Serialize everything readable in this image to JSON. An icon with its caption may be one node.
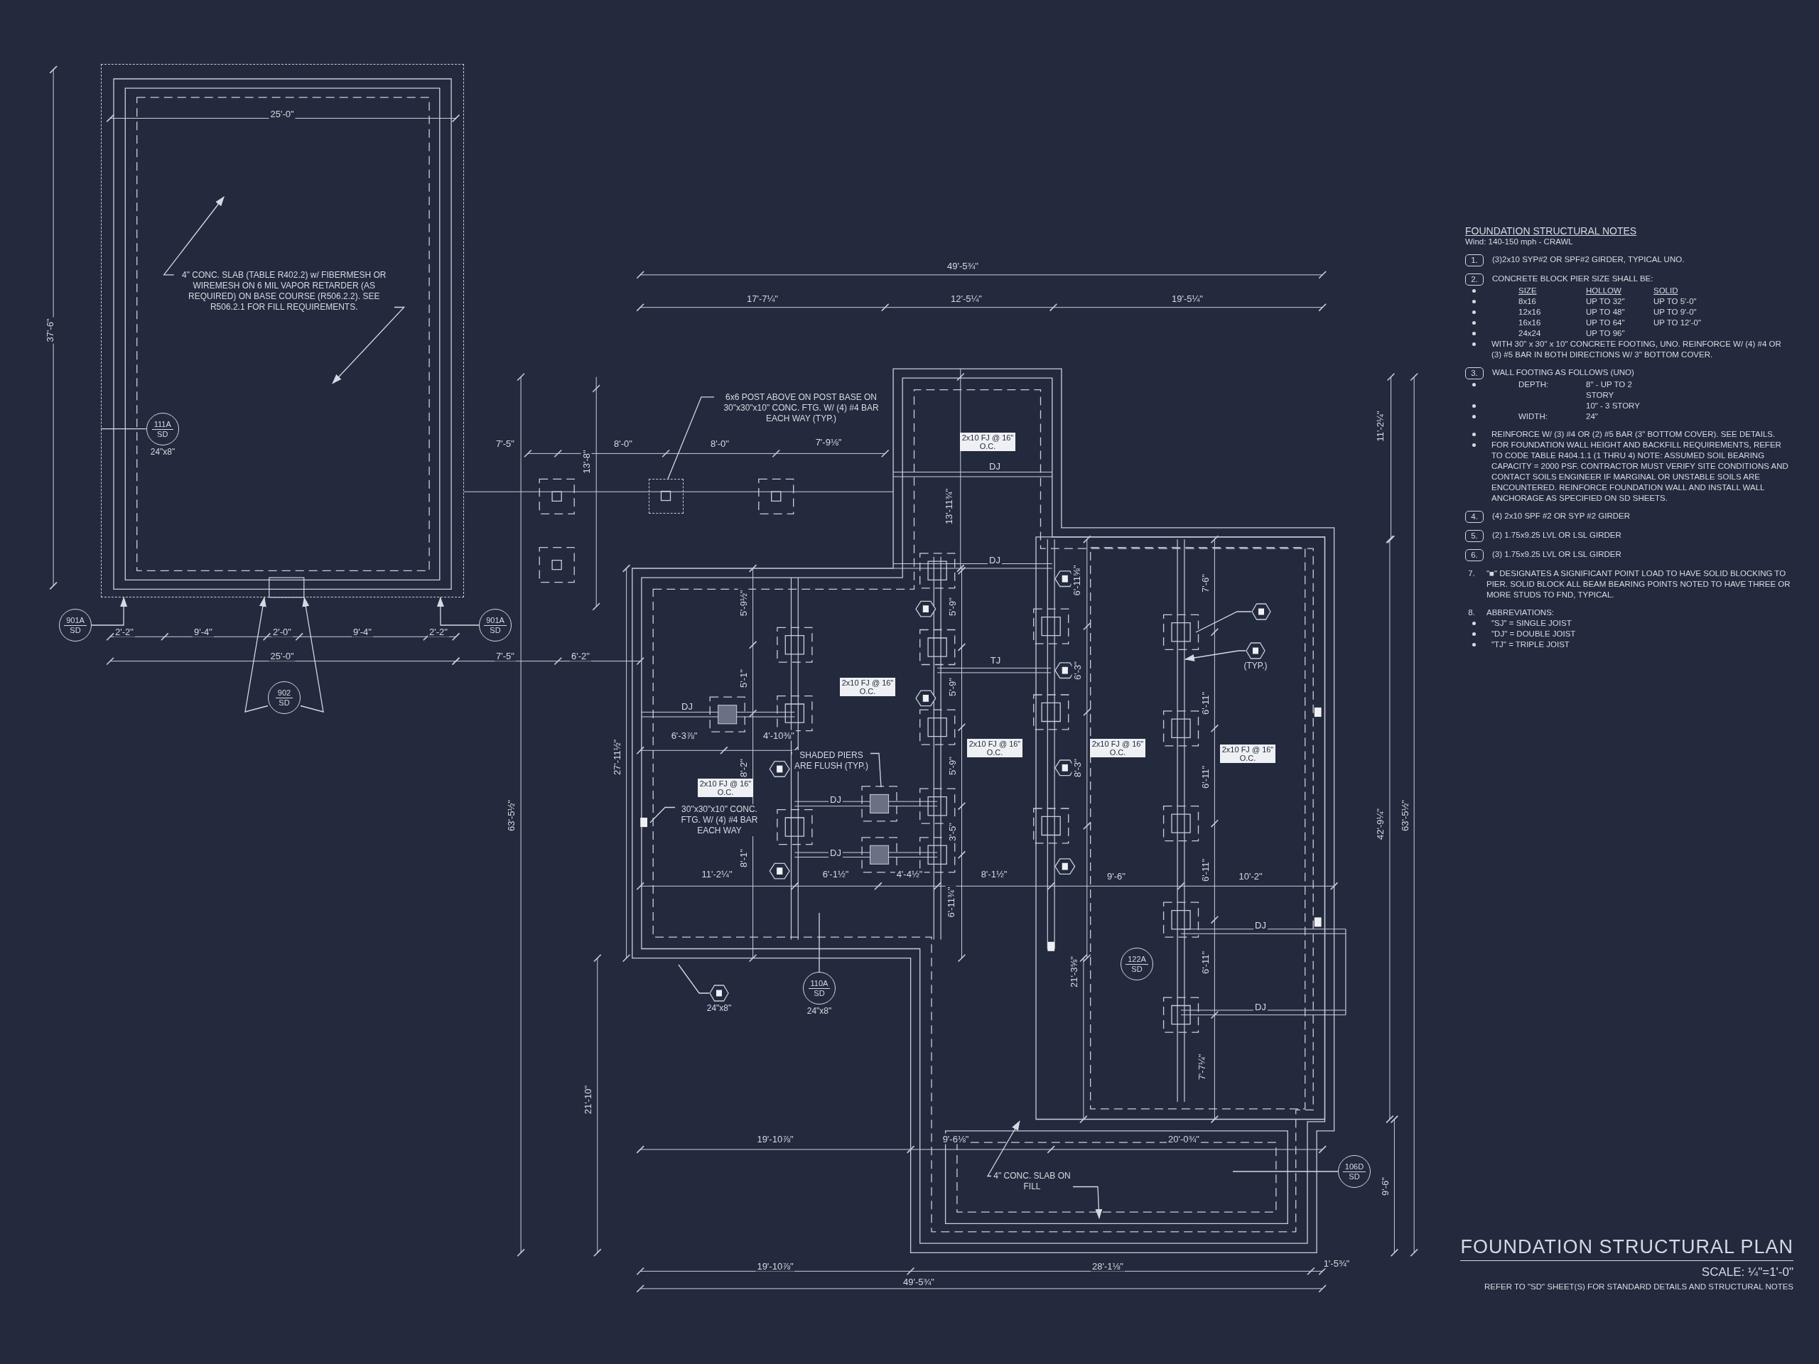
{
  "diagram": {
    "title": "FOUNDATION STRUCTURAL PLAN",
    "nodes": [
      {
        "text": [],
        "shape": "box"
      },
      {
        "text": [
          "4\" CONC. SLAB (TABLE R402.2) w/ FIBERMESH OR WIREMESH ON 6 MIL VAPOR RETARDER (AS REQUIRED) ON BASE COURSE (R506.2.2). SEE R506.2.1 FOR FILL REQUIREMENTS."
        ],
        "in": 0
      },
      {
        "text": [
          "111A",
          "SD"
        ],
        "beside": [
          "24\"x8\""
        ],
        "in": 0
      },
      {
        "text": [
          "901A",
          "SD"
        ]
      },
      {
        "text": [
          "901A",
          "SD"
        ]
      },
      {
        "text": [
          "902",
          "SD"
        ]
      },
      {
        "text": [
          "6x6 POST ABOVE ON POST BASE ON 30\"x30\"x10\" CONC. FTG. W/ (4) #4 BAR EACH WAY (TYP.)"
        ]
      },
      {
        "text": [
          "SHADED PIERS ARE FLUSH (TYP.)"
        ]
      },
      {
        "text": [
          "30\"x30\"x10\" CONC. FTG. W/ (4) #4 BAR EACH WAY"
        ]
      },
      {
        "text": [
          "110A",
          "SD"
        ],
        "beside": [
          "24\"x8\""
        ]
      },
      {
        "text": [],
        "shape": "hexagon",
        "beside": [
          "24\"x8\""
        ]
      },
      {
        "text": [
          "122A",
          "SD"
        ]
      },
      {
        "text": [
          "106D",
          "SD"
        ]
      },
      {
        "text": [
          "4\" CONC. SLAB ON FILL"
        ]
      },
      {
        "text": [],
        "shape": "hexagon"
      },
      {
        "text": [],
        "shape": "hexagon",
        "beside": [
          "(TYP.)"
        ]
      },
      {
        "text": [],
        "shape": "box"
      }
    ],
    "edges": [
      {
        "from": 1,
        "to": 0,
        "arrow": "to"
      },
      {
        "from": 1,
        "to": 0,
        "arrow": "to"
      },
      {
        "from": 2,
        "to": 0,
        "arrow": "none"
      },
      {
        "from": 3,
        "to": 0,
        "arrow": "to"
      },
      {
        "from": 4,
        "to": 0,
        "arrow": "to"
      },
      {
        "from": 5,
        "to": 0,
        "arrow": "to"
      },
      {
        "from": 5,
        "to": 0,
        "arrow": "to"
      },
      {
        "from": 6,
        "to": 16,
        "arrow": "none"
      },
      {
        "from": 7,
        "to": null,
        "arrow": "none"
      },
      {
        "from": 8,
        "to": null,
        "arrow": "none"
      },
      {
        "from": 9,
        "to": null,
        "arrow": "none"
      },
      {
        "from": 10,
        "to": null,
        "arrow": "none"
      },
      {
        "from": 12,
        "to": null,
        "arrow": "none"
      },
      {
        "from": 13,
        "to": null,
        "arrow": "to"
      },
      {
        "from": 13,
        "to": null,
        "arrow": "to"
      },
      {
        "from": 14,
        "to": null,
        "arrow": "none"
      },
      {
        "from": 15,
        "to": null,
        "arrow": "to"
      }
    ],
    "labels": [
      "37'-6\"",
      "25'-0\"",
      "2'-2\"",
      "9'-4\"",
      "2'-0\"",
      "9'-4\"",
      "2'-2\"",
      "25'-0\"",
      "49'-5¾\"",
      "17'-7¼\"",
      "12'-5¼\"",
      "19'-5¼\"",
      "7'-5\"",
      "8'-0\"",
      "8'-0\"",
      "7'-9⅛\"",
      "2x10 FJ @ 16\" O.C.",
      "11'-2¼\"",
      "13'-8\"",
      "DJ",
      "13'-11¾\"",
      "DJ",
      "5'-9½\"",
      "5'-9\"",
      "6'-11⅝\"",
      "7'-6\"",
      "7'-5\"",
      "6'-2\"",
      "TJ",
      "5'-1\"",
      "2x10 FJ @ 16\" O.C.",
      "5'-9\"",
      "6'-3\"",
      "6'-11\"",
      "DJ",
      "6'-3⅞\"",
      "4'-10⅜\"",
      "2x10 FJ @ 16\" O.C.",
      "2x10 FJ @ 16\" O.C.",
      "2x10 FJ @ 16\" O.C.",
      "27'-11½\"",
      "8'-2\"",
      "5'-9\"",
      "8'-3\"",
      "6'-11\"",
      "2x10 FJ @ 16\" O.C.",
      "DJ",
      "63'-5½\"",
      "3'-5\"",
      "42'-9¼\"",
      "63'-5½\"",
      "DJ",
      "11'-2¼\"",
      "8'-1\"",
      "6'-1½\"",
      "4'-4½\"",
      "8'-1½\"",
      "9'-6\"",
      "6'-11\"",
      "10'-2\"",
      "6'-11¾\"",
      "DJ",
      "21'-3⅝\"",
      "6'-11\"",
      "DJ",
      "7'-7¼\"",
      "21'-10\"",
      "19'-10⅞\"",
      "9'-6⅛\"",
      "20'-0¾\"",
      "9'-6\"",
      "19'-10⅞\"",
      "28'-1⅛\"",
      "1'-5¾\"",
      "49'-5¾\"",
      "FOUNDATION STRUCTURAL NOTES",
      "Wind: 140-150 mph - CRAWL",
      "1.",
      "(3)2x10 SYP#2 OR SPF#2 GIRDER, TYPICAL UNO.",
      "2.",
      "CONCRETE BLOCK PIER SIZE SHALL BE:",
      "SIZE",
      "HOLLOW",
      "SOLID",
      "8x16",
      "UP TO 32\"",
      "UP TO 5'-0\"",
      "12x16",
      "UP TO 48\"",
      "UP TO 9'-0\"",
      "16x16",
      "UP TO 64\"",
      "UP TO 12'-0\"",
      "24x24",
      "UP TO 96\"",
      "WITH 30\" x 30\" x 10\" CONCRETE FOOTING, UNO. REINFORCE W/ (4) #4 OR (3) #5 BAR IN BOTH DIRECTIONS W/ 3\" BOTTOM COVER.",
      "3.",
      "WALL FOOTING AS FOLLOWS (UNO)",
      "DEPTH:",
      "8\" - UP TO 2 STORY",
      "10\" - 3 STORY",
      "WIDTH:",
      "24\"",
      "REINFORCE W/ (3) #4 OR (2) #5 BAR (3\" BOTTOM COVER). SEE DETAILS.",
      "FOR FOUNDATION WALL HEIGHT AND BACKFILL REQUIREMENTS, REFER TO CODE TABLE R404.1.1 (1 THRU 4) NOTE: ASSUMED SOIL BEARING CAPACITY = 2000 PSF. CONTRACTOR MUST VERIFY SITE CONDITIONS AND CONTACT SOILS ENGINEER IF MARGINAL OR UNSTABLE SOILS ARE ENCOUNTERED. REINFORCE FOUNDATION WALL AND INSTALL WALL ANCHORAGE AS SPECIFIED ON SD SHEETS.",
      "4.",
      "(4) 2x10 SPF #2 OR SYP #2 GIRDER",
      "5.",
      "(2) 1.75x9.25 LVL OR LSL GIRDER",
      "6.",
      "(3) 1.75x9.25 LVL OR LSL GIRDER",
      "7.",
      "\"■\" DESIGNATES A SIGNIFICANT POINT LOAD TO HAVE SOLID BLOCKING TO PIER. SOLID BLOCK ALL BEAM BEARING POINTS NOTED TO HAVE THREE OR MORE STUDS TO FND, TYPICAL.",
      "8.",
      "ABBREVIATIONS:",
      "\"SJ\" = SINGLE JOIST",
      "\"DJ\" = DOUBLE JOIST",
      "\"TJ\" = TRIPLE JOIST",
      "SCALE: ¼\"=1'-0\"",
      "REFER TO \"SD\" SHEET(S) FOR STANDARD DETAILS AND STRUCTURAL NOTES"
    ]
  }
}
